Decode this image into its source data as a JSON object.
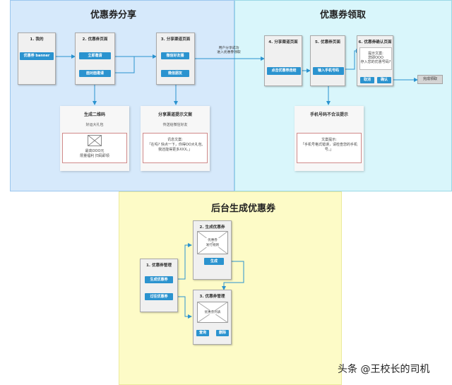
{
  "share": {
    "title": "优惠券分享",
    "screen1": {
      "title": "1. 我的",
      "btn": "优惠券 banner"
    },
    "screen2": {
      "title": "2. 优惠券页面",
      "btn1": "立即邀请",
      "btn2": "面对面邀请"
    },
    "screen3": {
      "title": "3. 分享渠道页面",
      "btn1": "微信好友播",
      "btn2": "微信朋友"
    },
    "qr_card": {
      "title": "生成二维码",
      "subtitle": "好运大礼包",
      "line1": "最高OOO元",
      "line2": "限量福利  扫码即领"
    },
    "tip_card": {
      "title": "分享渠道提示文案",
      "subtitle": "传送给微信好友",
      "line1": "讯息文案:",
      "line2": "「在吗? 快点一下，你得OO大礼包,",
      "line3": "我还能得更多XXX。」"
    }
  },
  "get": {
    "title": "优惠券领取",
    "arrow_label_1": "用户分享成功",
    "arrow_label_2": "进入优惠券领取",
    "screen4": {
      "title": "4. 分享渠道页面",
      "btn": "点击优惠券连结"
    },
    "screen5": {
      "title": "5. 优惠券页面",
      "btn": "输入手机号码"
    },
    "screen6": {
      "title": "6. 优惠券确认页面",
      "line1": "提示文案:",
      "line2": "您即OOO",
      "line3": "存入您的优惠号码?",
      "cancel": "取消",
      "confirm": "确认"
    },
    "done": "完成领取",
    "phone_card": {
      "title": "手机号码不合法提示",
      "line1": "文案提示:",
      "line2": "「手机号格式错误，请检查您的手机",
      "line3": "号。」"
    }
  },
  "backend": {
    "title": "后台生成优惠券",
    "manage1": {
      "title": "1. 优惠券管理",
      "btn1": "生成优惠券",
      "btn2": "过往优惠券"
    },
    "gen": {
      "title": "2. 生成优惠券",
      "line1": "优惠券",
      "line2": "发行规则",
      "btn": "生成"
    },
    "manage3": {
      "title": "3. 优惠券管理",
      "list": "优惠券列表",
      "query": "查询",
      "delete": "删除"
    }
  },
  "watermark": "头条 @王校长的司机",
  "colors": {
    "button": "#2b93cf",
    "connector": "#2b93cf",
    "share_bg": "#d6e9fb",
    "get_bg": "#d9f6fb",
    "backend_bg": "#fdfbc7"
  }
}
